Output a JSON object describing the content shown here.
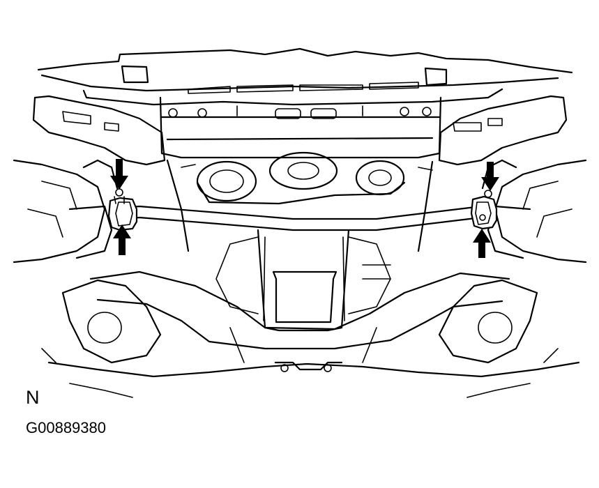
{
  "figure": {
    "view_letter": "N",
    "figure_code": "G00889380"
  },
  "arrows": {
    "count": 4,
    "color": "#000000"
  },
  "colors": {
    "ink": "#000000",
    "background": "#ffffff"
  }
}
